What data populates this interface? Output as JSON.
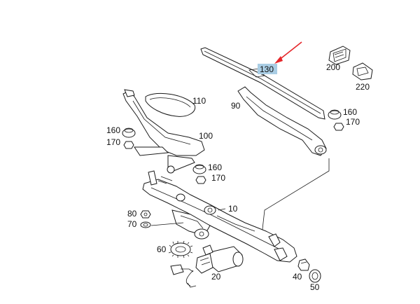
{
  "diagram": {
    "highlight_color": "#a9cde4",
    "arrow_color": "#e5262a",
    "labels": {
      "p200": "200",
      "p220": "220",
      "p130": "130",
      "p110": "110",
      "p90": "90",
      "p160a": "160",
      "p170a": "170",
      "p160b": "160",
      "p170b": "170",
      "p100": "100",
      "p160c": "160",
      "p170c": "170",
      "p10": "10",
      "p80": "80",
      "p70": "70",
      "p60": "60",
      "p20": "20",
      "p40": "40",
      "p50": "50"
    }
  }
}
